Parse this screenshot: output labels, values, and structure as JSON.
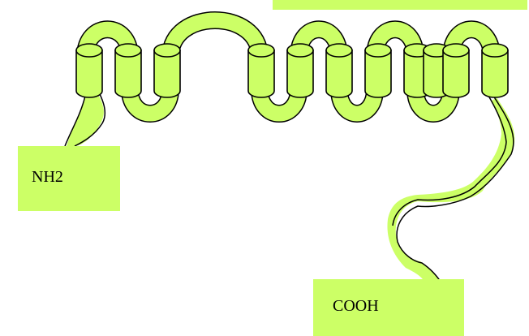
{
  "colors": {
    "fill": "#ccff66",
    "stroke": "#000000"
  },
  "labels": {
    "n_terminus": "NH2",
    "c_terminus": "COOH"
  },
  "helix_count": 11
}
